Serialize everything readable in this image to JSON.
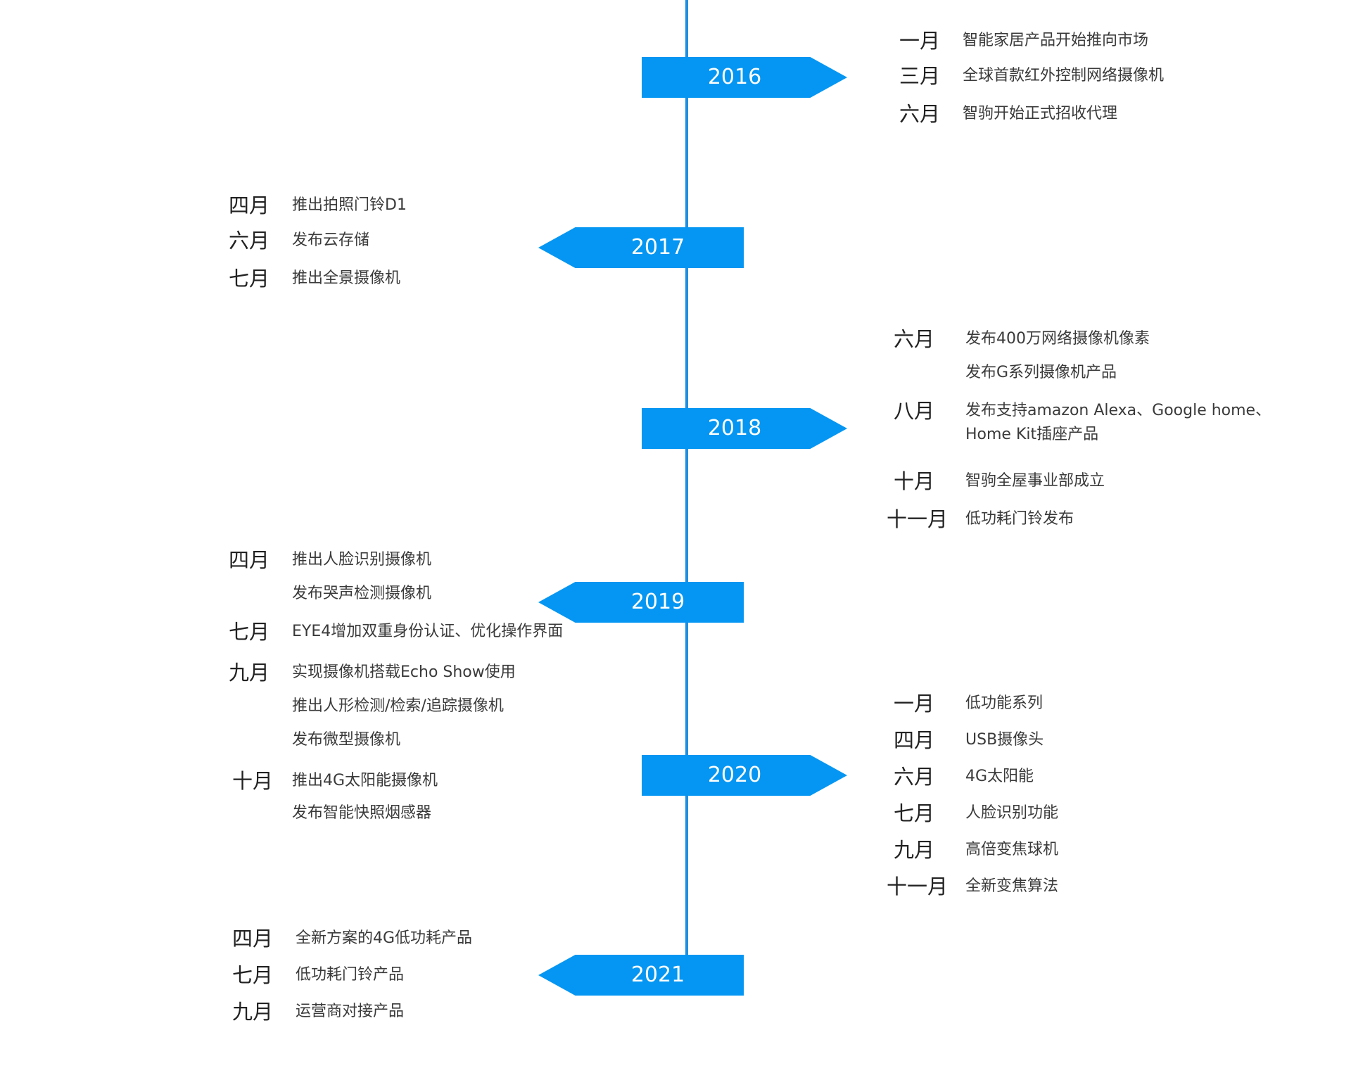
{
  "colors": {
    "accent": "#0496f2",
    "line": "#1f8fe0"
  },
  "years": [
    {
      "year": "2016",
      "events": [
        {
          "month": "一月",
          "text": "智能家居产品开始推向市场"
        },
        {
          "month": "三月",
          "text": "全球首款红外控制网络摄像机"
        },
        {
          "month": "六月",
          "text": "智驹开始正式招收代理"
        }
      ]
    },
    {
      "year": "2017",
      "events": [
        {
          "month": "四月",
          "text": "推出拍照门铃D1"
        },
        {
          "month": "六月",
          "text": "发布云存储"
        },
        {
          "month": "七月",
          "text": "推出全景摄像机"
        }
      ]
    },
    {
      "year": "2018",
      "events": [
        {
          "month": "六月",
          "text": "发布400万网络摄像机像素"
        },
        {
          "month": "",
          "text": "发布G系列摄像机产品"
        },
        {
          "month": "八月",
          "text": "发布支持amazon Alexa、Google home、Home Kit插座产品"
        },
        {
          "month": "十月",
          "text": "智驹全屋事业部成立"
        },
        {
          "month": "十一月",
          "text": "低功耗门铃发布"
        }
      ]
    },
    {
      "year": "2019",
      "events": [
        {
          "month": "四月",
          "text": "推出人脸识别摄像机"
        },
        {
          "month": "",
          "text": "发布哭声检测摄像机"
        },
        {
          "month": "七月",
          "text": "EYE4增加双重身份认证、优化操作界面"
        },
        {
          "month": "九月",
          "text": "实现摄像机搭载Echo Show使用"
        },
        {
          "month": "",
          "text": "推出人形检测/检索/追踪摄像机"
        },
        {
          "month": "",
          "text": "发布微型摄像机"
        },
        {
          "month": "十月",
          "text": "推出4G太阳能摄像机"
        },
        {
          "month": "",
          "text": "发布智能快照烟感器"
        }
      ]
    },
    {
      "year": "2020",
      "events": [
        {
          "month": "一月",
          "text": "低功能系列"
        },
        {
          "month": "四月",
          "text": "USB摄像头"
        },
        {
          "month": "六月",
          "text": "4G太阳能"
        },
        {
          "month": "七月",
          "text": "人脸识别功能"
        },
        {
          "month": "九月",
          "text": "高倍变焦球机"
        },
        {
          "month": "十一月",
          "text": "全新变焦算法"
        }
      ]
    },
    {
      "year": "2021",
      "events": [
        {
          "month": "四月",
          "text": "全新方案的4G低功耗产品"
        },
        {
          "month": "七月",
          "text": "低功耗门铃产品"
        },
        {
          "month": "九月",
          "text": "运营商对接产品"
        }
      ]
    }
  ]
}
